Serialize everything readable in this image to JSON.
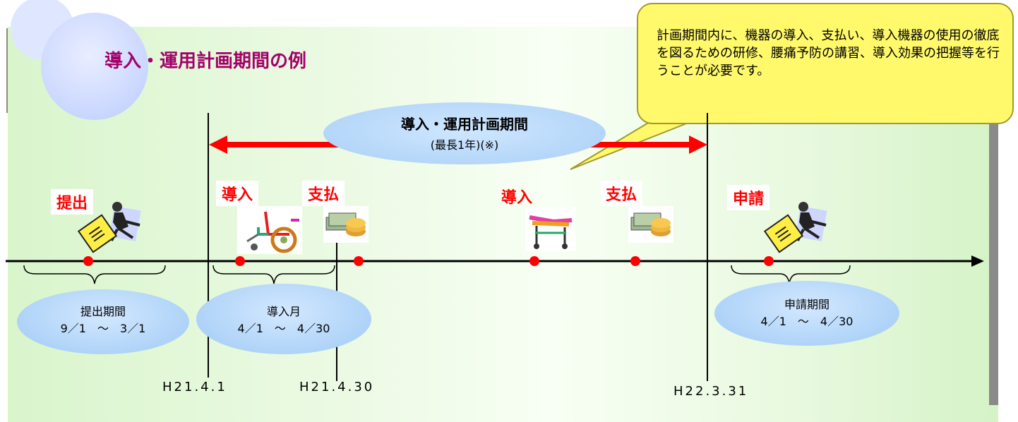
{
  "title": "導入・運用計画期間の例",
  "callout": "計画期間内に、機器の導入、支払い、導入機器の使用の徹底を図るための研修、腰痛予防の講習、導入効果の把握等を行うことが必要です。",
  "plan_period": {
    "title": "導入・運用計画期間",
    "subtitle": "(最長1年)(※)"
  },
  "events": {
    "submit": "提出",
    "introduce_1": "導入",
    "payment_1": "支払",
    "introduce_2": "導入",
    "payment_2": "支払",
    "apply": "申請"
  },
  "periods": {
    "submit": {
      "label": "提出期間",
      "range": "9／1　～　3／1"
    },
    "introduce": {
      "label": "導入月",
      "range": "4／1　～　4／30"
    },
    "apply": {
      "label": "申請期間",
      "range": "4／1　～　4／30"
    }
  },
  "dates": {
    "start": "H21.4.1",
    "intro_end": "H21.4.30",
    "end": "H22.3.31"
  },
  "colors": {
    "title": "#a4006a",
    "event_label": "#ff0000",
    "arrow": "#ff0000",
    "callout_fill": "#fff96b",
    "oval_fill": "#a9cff6"
  },
  "icons": [
    "runner-document-icon",
    "wheelchair-icon",
    "money-icon",
    "stretcher-icon"
  ]
}
